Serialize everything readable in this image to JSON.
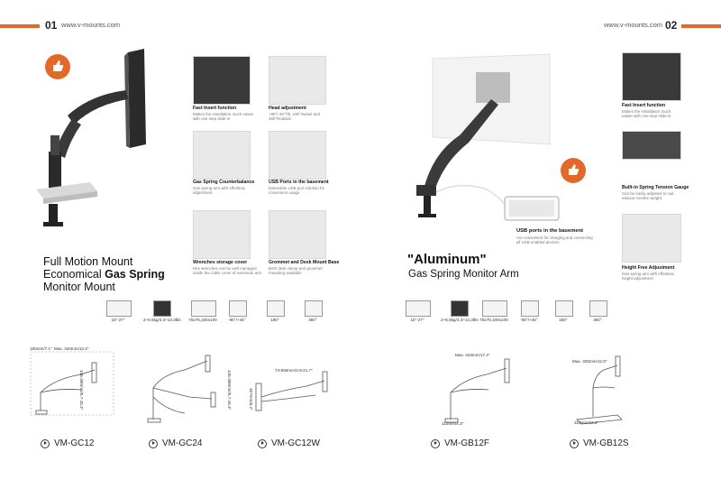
{
  "left_page": {
    "page_number": "01",
    "website": "www.v-mounts.com",
    "title_line1": "Full Motion Mount",
    "title_line2_prefix": "Economical ",
    "title_line2_bold": "Gas Spring",
    "title_line3": "Monitor Mount",
    "features": [
      {
        "title": "Fast Insert function",
        "desc": "Makes the installation much easier with one-step slide-in"
      },
      {
        "title": "Head adjustment",
        "desc": "+90°/-45°Tilt, ±90°Swivel and 360°Rotation"
      },
      {
        "title": "Gas Spring Counterbalance",
        "desc": "Gas spring arm with effortless adjustment"
      },
      {
        "title": "USB Ports in the basement",
        "desc": "Extensible USB port solution for convenient usage"
      },
      {
        "title": "Wrenches storage cover",
        "desc": "Hex wrenches can be well managed inside the cable cover of extension arm"
      },
      {
        "title": "Grommet and Desk Mount Base",
        "desc": "Both desk clamp and grommet mounting available"
      }
    ],
    "specs": [
      "15\"-27\"",
      "2~6.5kg/4.3~14.3lbs",
      "75x75,100x100",
      "-90°/+45°",
      "180°",
      "360°"
    ],
    "models": [
      "VM-GC12",
      "VM-GC24",
      "VM-GC12W"
    ],
    "dims": {
      "gc12_a": "180mm/7.1\"",
      "gc12_b": "Max. 340mm/13.4\"",
      "gc12_c": "145-390mm/5.7-15.4\"",
      "gc24": "145-390mm/5.7-15.4\"",
      "gc12w_a": "74-550mm/2.9-21.7\"",
      "gc12w_b": "157mm/6.2\""
    }
  },
  "right_page": {
    "page_number": "02",
    "website": "www.v-mounts.com",
    "title_line1": "\"Aluminum\"",
    "title_line2": "Gas Spring Monitor Arm",
    "usb_title": "USB ports in the basement",
    "usb_desc": "Are convenient for charging and connecting all USB enabled devices",
    "features": [
      {
        "title": "Fast Insert function",
        "desc": "Makes the installation much easier with one-step slide-in"
      },
      {
        "title": "Built-in Spring Tension Gauge",
        "desc": "Can be easily adjusted to suit various monitor weight"
      },
      {
        "title": "Height Free Adjustment",
        "desc": "Gas spring arm with effortless height adjustment"
      }
    ],
    "specs": [
      "15\"-27\"",
      "2~6.5kg/4.3~14.3lbs",
      "75x75,100x100",
      "-90°/+45°",
      "180°",
      "360°"
    ],
    "models": [
      "VM-GB12F",
      "VM-GB12S"
    ],
    "dims": {
      "gb12f_a": "Max. 443mm/17.4\"",
      "gb12f_b": "110mm/4.3\"",
      "gb12s_a": "Max. 325mm/12.8\"",
      "gb12s_b": "310mm/12.2\""
    }
  },
  "colors": {
    "accent": "#e2692a",
    "text": "#222222",
    "muted": "#777777"
  }
}
